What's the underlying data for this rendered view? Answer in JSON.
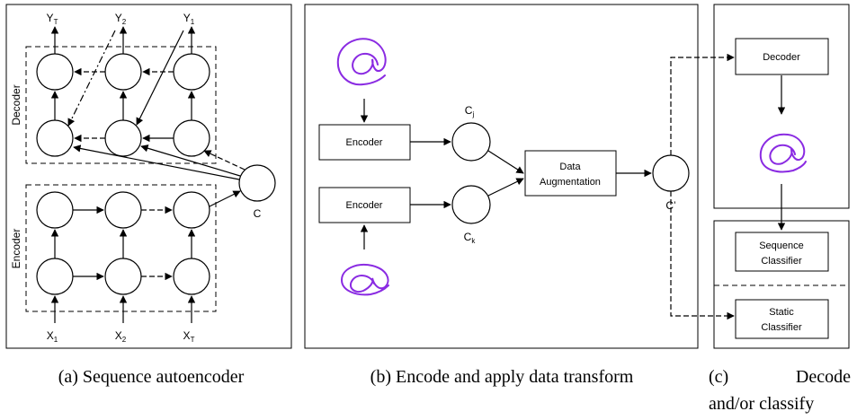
{
  "panel_a": {
    "caption": "(a) Sequence autoencoder",
    "decoder_label": "Decoder",
    "encoder_label": "Encoder",
    "context_label": "C",
    "outputs": [
      {
        "base": "Y",
        "sub": "T"
      },
      {
        "base": "Y",
        "sub": "2"
      },
      {
        "base": "Y",
        "sub": "1"
      }
    ],
    "inputs": [
      {
        "base": "X",
        "sub": "1"
      },
      {
        "base": "X",
        "sub": "2"
      },
      {
        "base": "X",
        "sub": "T"
      }
    ]
  },
  "panel_b": {
    "caption": "(b) Encode and apply data transform",
    "encoder_top": "Encoder",
    "encoder_bottom": "Encoder",
    "cj": {
      "base": "C",
      "sub": "j"
    },
    "ck": {
      "base": "C",
      "sub": "k"
    },
    "augment_line1": "Data",
    "augment_line2": "Augmentation",
    "c_prime": "C’"
  },
  "panel_c": {
    "caption_line1_left": "(c)",
    "caption_line1_right": "Decode",
    "caption_line2": "and/or classify",
    "decoder": "Decoder",
    "seq_classifier_line1": "Sequence",
    "seq_classifier_line2": "Classifier",
    "static_classifier_line1": "Static",
    "static_classifier_line2": "Classifier"
  },
  "colors": {
    "handwriting": "#8a2be2",
    "stroke": "#000000"
  }
}
